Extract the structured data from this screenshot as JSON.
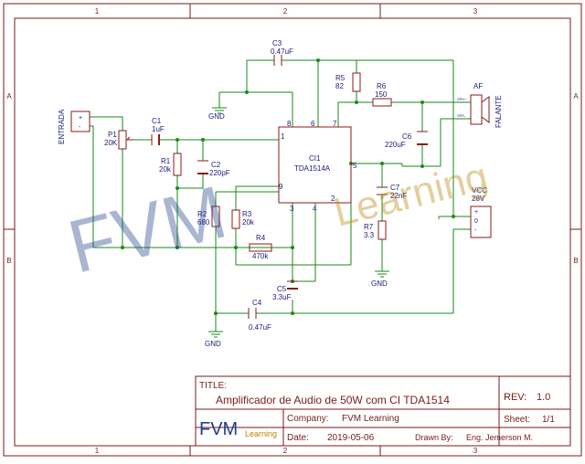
{
  "frame": {
    "cols": [
      "1",
      "2",
      "3"
    ],
    "rows": [
      "A",
      "B"
    ]
  },
  "labels": {
    "c3": "C3",
    "c3_val": "0.47uF",
    "r5": "R5",
    "r5_val": "82",
    "r6": "R6",
    "r6_val": "150",
    "c6": "C6",
    "c6_val": "220uF",
    "c1": "C1",
    "c1_val": "1uF",
    "p1": "P1",
    "p1_val": "20K",
    "r1": "R1",
    "r1_val": "20k",
    "c2": "C2",
    "c2_val": "220pF",
    "r2": "R2",
    "r2_val": "680",
    "r3": "R3",
    "r3_val": "20k",
    "r4": "R4",
    "r4_val": "470k",
    "c5": "C5",
    "c5_val": "3.3uF",
    "c4": "C4",
    "c4_val": "0.47uF",
    "c7": "C7",
    "c7_val": "22nF",
    "r7": "R7",
    "r7_val": "3.3",
    "ic": "CI1",
    "ic_val": "TDA1514A",
    "vcc": "VCC",
    "vcc_val": "28V",
    "af": "AF",
    "falante": "FALANTE",
    "entrada": "ENTRADA",
    "gnd": "GND",
    "spk_plus": "SPK+",
    "spk_minus": "SPK-",
    "plus": "+",
    "minus": "-",
    "zero": "0",
    "pins": [
      "1",
      "2",
      "3",
      "4",
      "5",
      "6",
      "7",
      "8",
      "9"
    ]
  },
  "watermark": {
    "big": "FVM",
    "small": "Learning"
  },
  "title_block": {
    "title_label": "TITLE:",
    "title": "Amplificador de Audio de 50W com CI TDA1514",
    "rev_label": "REV:",
    "rev": "1.0",
    "company_label": "Company:",
    "company": "FVM Learning",
    "sheet_label": "Sheet:",
    "sheet": "1/1",
    "date_label": "Date:",
    "date": "2019-05-06",
    "drawn_label": "Drawn By:",
    "drawn": "Eng. Jemerson M.",
    "logo_big": "FVM",
    "logo_small": "Learning"
  },
  "colors": {
    "wire": "#1a8a1a",
    "component": "#8b1a1a",
    "label": "#1a1a7a",
    "frame": "#7a1a1a",
    "title_text": "#7a1a1a",
    "watermark_blue": "#1e3f8a",
    "watermark_gold": "#b8860b"
  }
}
